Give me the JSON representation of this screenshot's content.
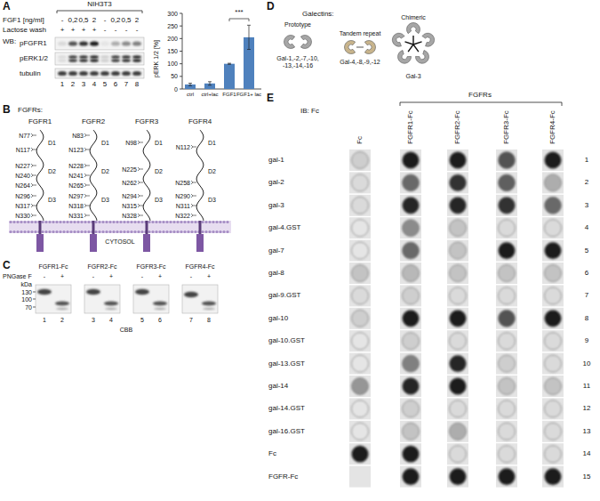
{
  "diagram": {
    "labels": [
      "A",
      "NIH3T3",
      "FGF1 [ng/ml]",
      "-",
      "0,2",
      "0,5",
      "2",
      "-",
      "0,2",
      "0,5",
      "2",
      "Lactose wash",
      "+",
      "+",
      "+",
      "+",
      "-",
      "-",
      "-",
      "-",
      "WB:",
      "pFGFR1",
      "pERK1/2",
      "tubulin",
      "1",
      "2",
      "3",
      "4",
      "5",
      "6",
      "7",
      "8",
      "pERK 1/2 [%]",
      "0",
      "50",
      "100",
      "150",
      "200",
      "250",
      "300",
      "ctrl",
      "ctrl+lac",
      "FGF1",
      "FGF1+ lac",
      "***",
      "B",
      "FGFRs:",
      "FGFR1",
      "FGFR2",
      "FGFR3",
      "FGFR4",
      "N77",
      "N117",
      "N227",
      "N240",
      "N264",
      "N296",
      "N317",
      "N330",
      "D1",
      "D2",
      "D3",
      "N83",
      "N123",
      "N228",
      "N241",
      "N265",
      "N297",
      "N318",
      "N331",
      "D1",
      "D2",
      "D3",
      "N98",
      "N225",
      "N262",
      "N294",
      "N315",
      "N328",
      "D1",
      "D2",
      "D3",
      "N112",
      "N258",
      "N290",
      "N311",
      "N322",
      "D1",
      "D2",
      "D3",
      "CYTOSOL",
      "C",
      "FGFR1-Fc",
      "FGFR2-Fc",
      "FGFR3-Fc",
      "FGFR4-Fc",
      "PNGase F",
      "-",
      "+",
      "-",
      "+",
      "-",
      "+",
      "-",
      "+",
      "kDa",
      "130",
      "100",
      "70",
      "1",
      "2",
      "3",
      "4",
      "5",
      "6",
      "7",
      "8",
      "CBB",
      "D",
      "Galectins:",
      "Prototype",
      "Gal-1,-2,-7,-10, -13,-14,-16",
      "Tandem repeat",
      "Gal-4,-8,-9,-12",
      "Chimeric",
      "Gal-3",
      "E",
      "IB: Fc",
      "FGFRs",
      "Fc",
      "FGFR1-Fc",
      "FGFR2-Fc",
      "FGFR3-Fc",
      "FGFR4-Fc",
      "gal-1",
      "gal-2",
      "gal-3",
      "gal-4.GST",
      "gal-7",
      "gal-8",
      "gal-9.GST",
      "gal-10",
      "gal-10.GST",
      "gal-13.GST",
      "gal-14",
      "gal-14.GST",
      "gal-16.GST",
      "Fc",
      "FGFR-Fc",
      "1",
      "2",
      "3",
      "4",
      "5",
      "6",
      "7",
      "8",
      "9",
      "10",
      "11",
      "12",
      "13",
      "14",
      "15"
    ]
  }
}
